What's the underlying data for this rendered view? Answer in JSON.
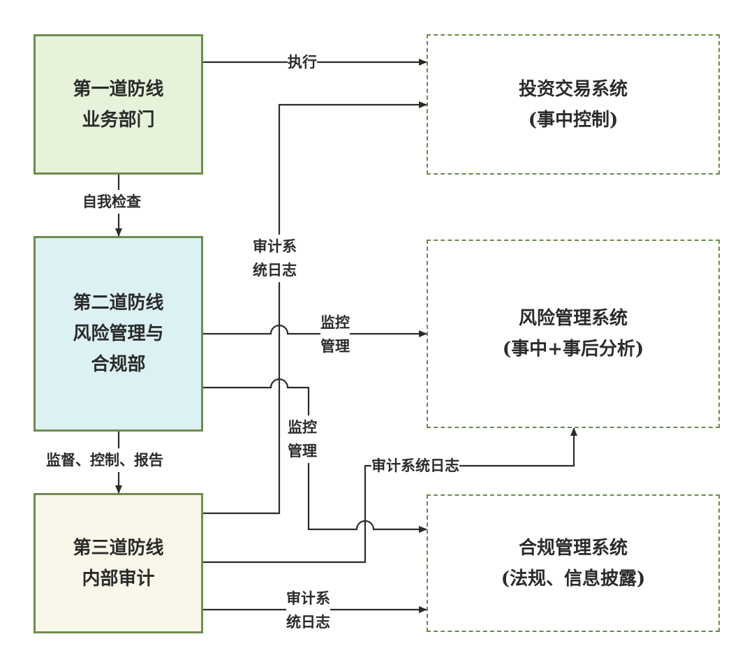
{
  "defense_lines": [
    {
      "line1": "第一道防线",
      "line2": "业务部门"
    },
    {
      "line1": "第二道防线",
      "line2": "风险管理与",
      "line3": "合规部"
    },
    {
      "line1": "第三道防线",
      "line2": "内部审计"
    }
  ],
  "systems": [
    {
      "name": "投资交易系统",
      "desc": "(事中控制)"
    },
    {
      "name": "风险管理系统",
      "desc": "(事中+事后分析)"
    },
    {
      "name": "合规管理系统",
      "desc": "(法规、信息披露)"
    }
  ],
  "edges": {
    "execute": "执行",
    "self_check": "自我检查",
    "supervise": "监督、控制、报告",
    "audit_log_1a": "审计系",
    "audit_log_1b": "统日志",
    "monitor_1a": "监控",
    "monitor_1b": "管理",
    "monitor_2a": "监控",
    "monitor_2b": "管理",
    "audit_log_2": "审计系统日志",
    "audit_log_3a": "审计系",
    "audit_log_3b": "统日志"
  },
  "colors": {
    "line1_fill": "#e6f2da",
    "line2_fill": "#dcf1f3",
    "line3_fill": "#f9f7e9",
    "border_green": "#6e8b4e",
    "connector": "#2b2b2b"
  }
}
